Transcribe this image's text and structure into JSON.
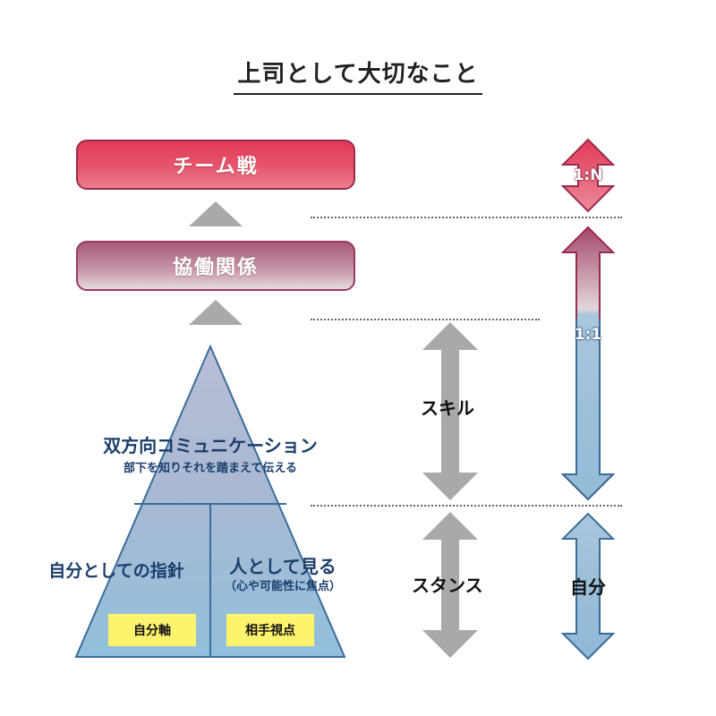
{
  "title": "上司として大切なこと",
  "boxes": {
    "team": "チーム戦",
    "cooperation": "協働関係"
  },
  "pyramid": {
    "top_title": "双方向コミュニケーション",
    "top_subtitle": "部下を知りそれを踏まえて伝える",
    "left_title": "自分としての指針",
    "left_tag": "自分軸",
    "right_title": "人として見る",
    "right_subtitle": "（心や可能性に焦点）",
    "right_tag": "相手視点"
  },
  "mid_labels": {
    "skill": "スキル",
    "stance": "スタンス"
  },
  "right_arrows": {
    "top": "1:N",
    "middle": "1:1",
    "bottom": "自分"
  },
  "colors": {
    "red_accent": "#e23a55",
    "pink_border": "#9a2b4f",
    "blue_fill": "#a9c6dc",
    "blue_border": "#3a6d9a",
    "gray_arrow": "#a9a9a9",
    "yellow_tag": "#fdf46e",
    "navy_text": "#1b3e6b"
  }
}
